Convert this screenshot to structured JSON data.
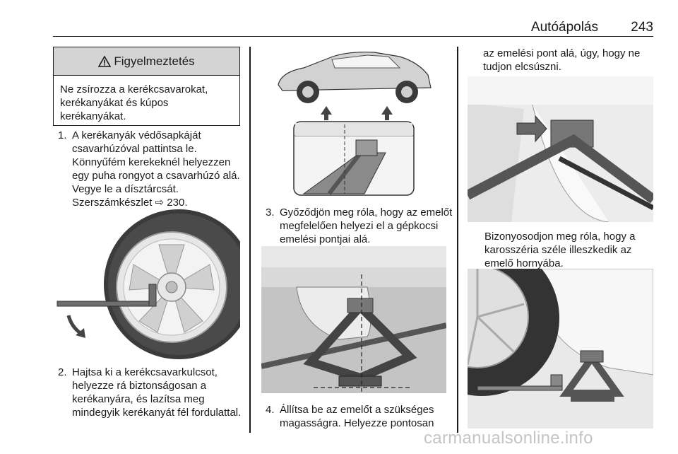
{
  "header": {
    "title": "Autóápolás",
    "page_number": "243"
  },
  "warning": {
    "title": "Figyelmeztetés",
    "text": "Ne zsírozza a kerékcsavarokat, kerékanyákat és kúpos kerékanyákat."
  },
  "steps": [
    {
      "num": "1.",
      "text": "A kerékanyák védősapkáját csavarhúzóval pattintsa le. Könnyűfém kerekeknél helyezzen egy puha rongyot a csavarhúzó alá. Vegye le a dísztárcsát. Szerszámkészlet",
      "ref": "230."
    },
    {
      "num": "2.",
      "text": "Hajtsa ki a kerékcsavarkulcsot, helyezze rá biztonságosan a kerékanyára, és lazítsa meg mindegyik kerékanyát fél fordulattal."
    },
    {
      "num": "3.",
      "text": "Győződjön meg róla, hogy az emelőt megfelelően helyezi el a gépkocsi emelési pontjai alá."
    },
    {
      "num": "4.",
      "text": "Állítsa be az emelőt a szükséges magasságra. Helyezze pontosan"
    }
  ],
  "continuation": "az emelési pont alá, úgy, hogy ne tudjon elcsúszni.",
  "note": "Bizonyosodjon meg róla, hogy a karosszéria széle illeszkedik az emelő hornyába.",
  "watermark": "carmanualsonline.info"
}
